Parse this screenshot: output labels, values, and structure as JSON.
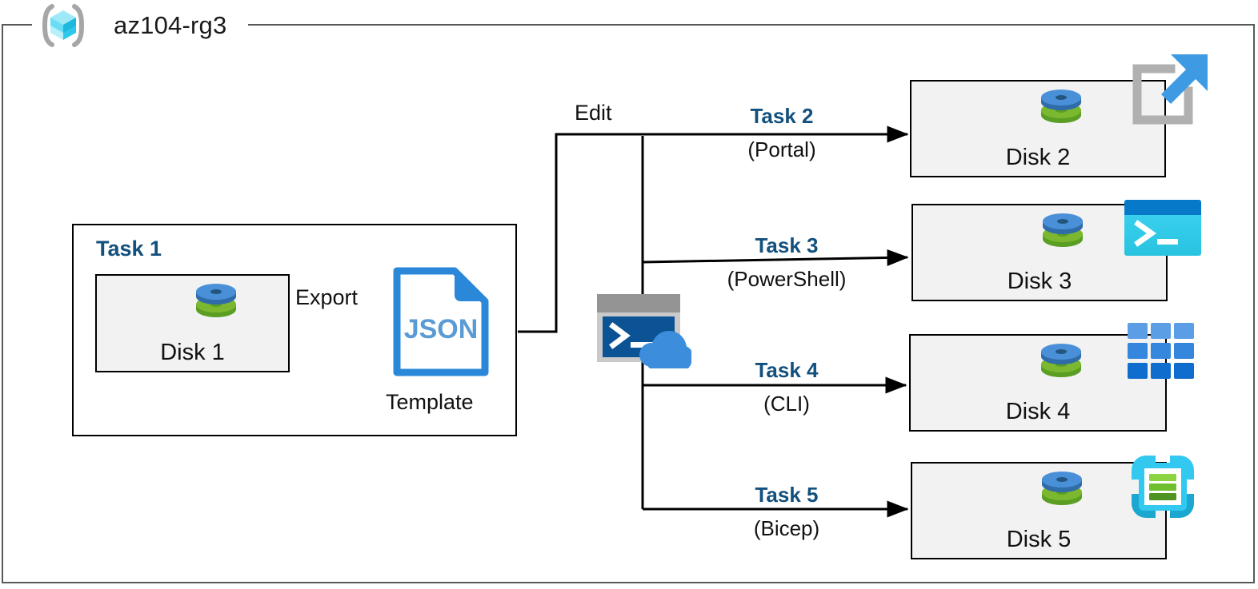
{
  "resource_group": {
    "name": "az104-rg3",
    "icon": "resource-group-cube-icon"
  },
  "task1": {
    "label": "Task 1",
    "disk": {
      "caption": "Disk 1",
      "icon": "managed-disk-icon"
    },
    "export_label": "Export",
    "template": {
      "file_type": "JSON",
      "caption": "Template",
      "icon": "json-file-icon"
    }
  },
  "edit_label": "Edit",
  "cloud_shell": {
    "icon": "cloud-shell-icon"
  },
  "targets": [
    {
      "task": "Task 2",
      "method": "(Portal)",
      "caption": "Disk 2",
      "disk_icon": "managed-disk-icon",
      "tool_icon": "azure-portal-icon"
    },
    {
      "task": "Task 3",
      "method": "(PowerShell)",
      "caption": "Disk 3",
      "disk_icon": "managed-disk-icon",
      "tool_icon": "powershell-icon"
    },
    {
      "task": "Task 4",
      "method": "(CLI)",
      "caption": "Disk 4",
      "disk_icon": "managed-disk-icon",
      "tool_icon": "azure-cli-icon"
    },
    {
      "task": "Task 5",
      "method": "(Bicep)",
      "caption": "Disk 5",
      "disk_icon": "managed-disk-icon",
      "tool_icon": "bicep-icon"
    }
  ],
  "colors": {
    "task_blue": "#13507E",
    "frame_gray": "#595959",
    "box_fill": "#f2f2f2",
    "disk_blue": "#4a90d9",
    "disk_green": "#7cb82f",
    "json_blue": "#2b88d8",
    "powershell_cyan": "#32c8ef",
    "bicep_cyan": "#30c5e8",
    "cli_blue": "#2a7fd4"
  }
}
